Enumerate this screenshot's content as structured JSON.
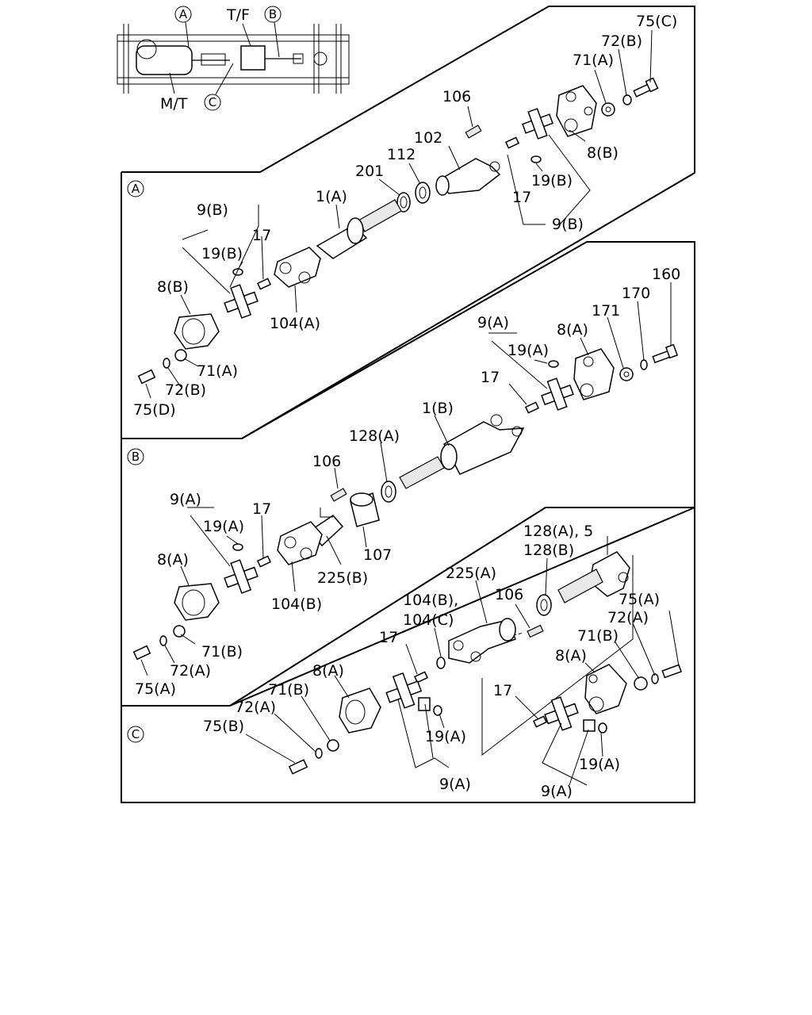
{
  "overview": {
    "labels": [
      "A",
      "T/F",
      "B",
      "M/T",
      "C"
    ]
  },
  "sections": [
    "A",
    "B",
    "C"
  ],
  "section_a": {
    "labels": [
      "75(C)",
      "72(B)",
      "71(A)",
      "106",
      "102",
      "112",
      "201",
      "1(A)",
      "8(B)",
      "19(B)",
      "17",
      "9(B)",
      "9(B)",
      "17",
      "19(B)",
      "8(B)",
      "104(A)",
      "71(A)",
      "72(B)",
      "75(D)"
    ]
  },
  "section_b": {
    "labels": [
      "160",
      "170",
      "171",
      "8(A)",
      "9(A)",
      "19(A)",
      "17",
      "1(B)",
      "128(A)",
      "106",
      "9(A)",
      "17",
      "19(A)",
      "8(A)",
      "107",
      "225(B)",
      "104(B)",
      "71(B)",
      "72(A)",
      "75(A)"
    ]
  },
  "section_c": {
    "labels": [
      "128(A), 5",
      "128(B)",
      "225(A)",
      "104(B),",
      "104(C)",
      "106",
      "75(A)",
      "72(A)",
      "71(B)",
      "8(A)",
      "17",
      "8(A)",
      "71(B)",
      "72(A)",
      "75(B)",
      "17",
      "19(A)",
      "9(A)",
      "19(A)",
      "9(A)"
    ]
  }
}
